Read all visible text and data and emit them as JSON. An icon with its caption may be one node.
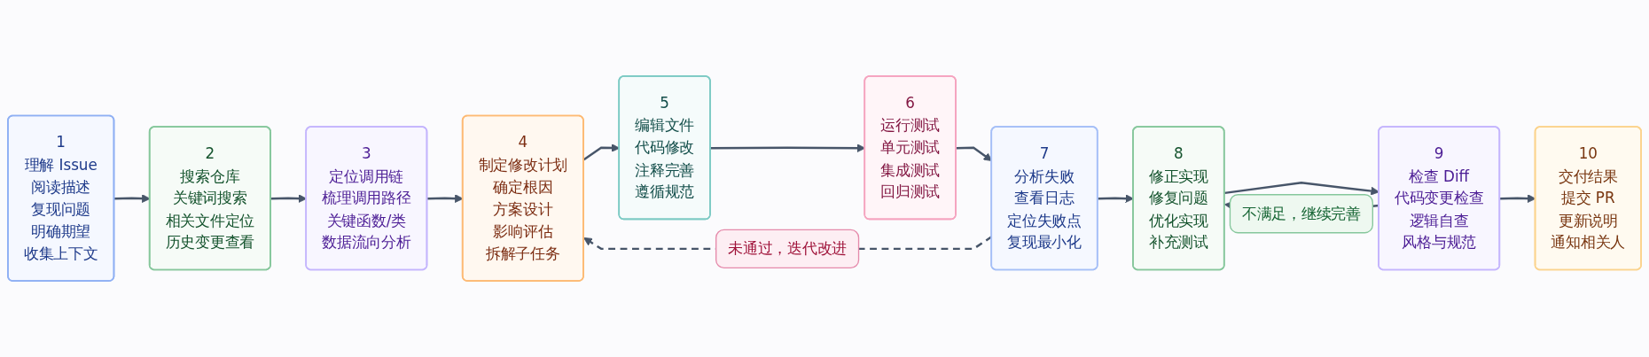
{
  "diagram": {
    "nodes": [
      {
        "text": [
          "1",
          "理解 Issue",
          "阅读描述",
          "复现问题",
          "明确期望",
          "收集上下文"
        ]
      },
      {
        "text": [
          "2",
          "搜索仓库",
          "关键词搜索",
          "相关文件定位",
          "历史变更查看"
        ]
      },
      {
        "text": [
          "3",
          "定位调用链",
          "梳理调用路径",
          "关键函数/类",
          "数据流向分析"
        ]
      },
      {
        "text": [
          "4",
          "制定修改计划",
          "确定根因",
          "方案设计",
          "影响评估",
          "拆解子任务"
        ]
      },
      {
        "text": [
          "5",
          "编辑文件",
          "代码修改",
          "注释完善",
          "遵循规范"
        ]
      },
      {
        "text": [
          "6",
          "运行测试",
          "单元测试",
          "集成测试",
          "回归测试"
        ]
      },
      {
        "text": [
          "7",
          "分析失败",
          "查看日志",
          "定位失败点",
          "复现最小化"
        ]
      },
      {
        "text": [
          "8",
          "修正实现",
          "修复问题",
          "优化实现",
          "补充测试"
        ]
      },
      {
        "text": [
          "9",
          "检查 Diff",
          "代码变更检查",
          "逻辑自查",
          "风格与规范"
        ]
      },
      {
        "text": [
          "10",
          "交付结果",
          "提交 PR",
          "更新说明",
          "通知相关人"
        ]
      }
    ],
    "edges": [
      {
        "from": 0,
        "to": 1,
        "arrow": "to"
      },
      {
        "from": 1,
        "to": 2,
        "arrow": "to"
      },
      {
        "from": 2,
        "to": 3,
        "arrow": "to"
      },
      {
        "from": 3,
        "to": 4,
        "arrow": "to"
      },
      {
        "from": 4,
        "to": 5,
        "arrow": "to"
      },
      {
        "from": 5,
        "to": 6,
        "arrow": "to"
      },
      {
        "from": 6,
        "to": 7,
        "arrow": "to"
      },
      {
        "from": 7,
        "to": 8,
        "arrow": "to"
      },
      {
        "from": 8,
        "to": 9,
        "arrow": "to"
      },
      {
        "from": 6,
        "to": 3,
        "arrow": "to",
        "label": "未通过，迭代改进",
        "style": "dashed"
      },
      {
        "from": 8,
        "to": 7,
        "arrow": "to",
        "label": "不满足，继续完善",
        "style": "dashed"
      }
    ]
  }
}
